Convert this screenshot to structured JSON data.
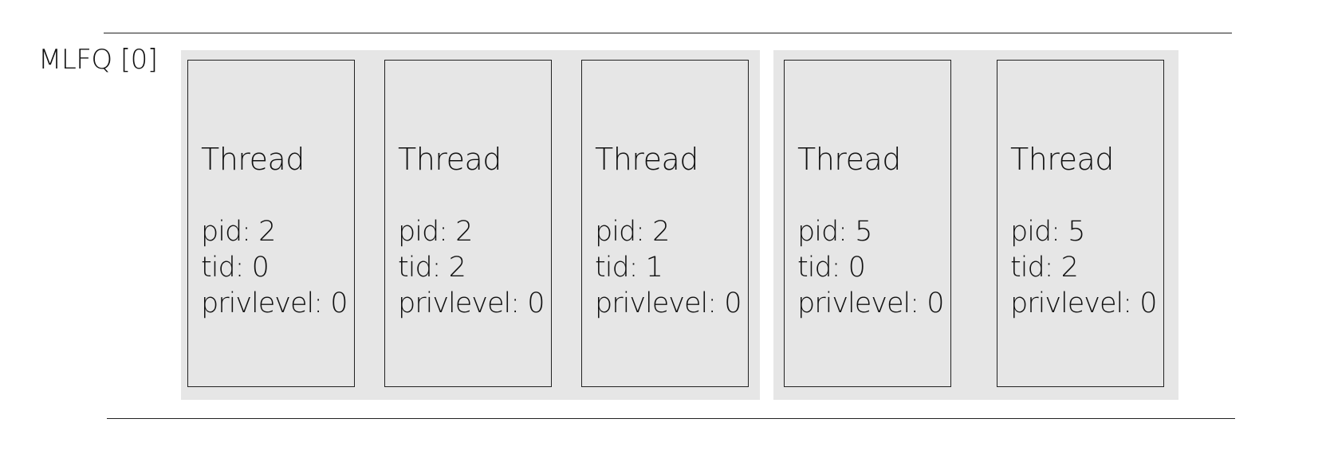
{
  "queue": {
    "title": "MLFQ [0]"
  },
  "groups": [
    {
      "threads": [
        {
          "title": "Thread",
          "pid": "pid: 2",
          "tid": "tid: 0",
          "privlevel": "privlevel: 0"
        },
        {
          "title": "Thread",
          "pid": "pid: 2",
          "tid": "tid: 2",
          "privlevel": "privlevel: 0"
        },
        {
          "title": "Thread",
          "pid": "pid: 2",
          "tid": "tid: 1",
          "privlevel": "privlevel: 0"
        }
      ]
    },
    {
      "threads": [
        {
          "title": "Thread",
          "pid": "pid: 5",
          "tid": "tid: 0",
          "privlevel": "privlevel: 0"
        },
        {
          "title": "Thread",
          "pid": "pid: 5",
          "tid": "tid: 2",
          "privlevel": "privlevel: 0"
        }
      ]
    }
  ],
  "colors": {
    "group_background": "#e6e6e6",
    "border": "#222222"
  }
}
